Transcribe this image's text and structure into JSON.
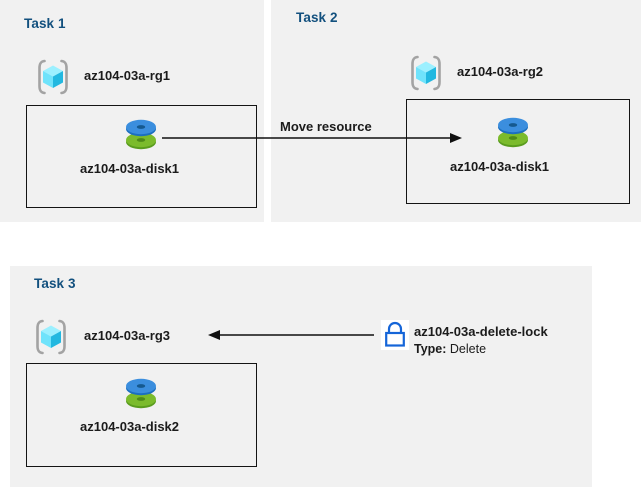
{
  "diagram": {
    "title_color": "#12507e",
    "panel_background": "#f1f1f1",
    "page_background": "#ffffff",
    "accent_blue": "#0f6cbd",
    "disk_top_color": "#3e8ede",
    "disk_bottom_color": "#7ab929",
    "rg_cube_color": "#50e6ff",
    "rg_bracket_color": "#a0a0a0",
    "lock_color": "#1565d8"
  },
  "tasks": [
    {
      "title": "Task 1",
      "resource_group": "az104-03a-rg1",
      "resource": "az104-03a-disk1",
      "rg_icon": "resource-group-icon",
      "disk_icon": "managed-disk-icon"
    },
    {
      "title": "Task 2",
      "resource_group": "az104-03a-rg2",
      "resource": "az104-03a-disk1",
      "rg_icon": "resource-group-icon",
      "disk_icon": "managed-disk-icon"
    },
    {
      "title": "Task 3",
      "resource_group": "az104-03a-rg3",
      "resource": "az104-03a-disk2",
      "rg_icon": "resource-group-icon",
      "disk_icon": "managed-disk-icon"
    }
  ],
  "connectors": {
    "move_label": "Move resource",
    "move_direction": "right",
    "lock_direction": "left"
  },
  "lock": {
    "icon": "padlock-icon",
    "name": "az104-03a-delete-lock",
    "type_key": "Type:",
    "type_value": "Delete"
  }
}
